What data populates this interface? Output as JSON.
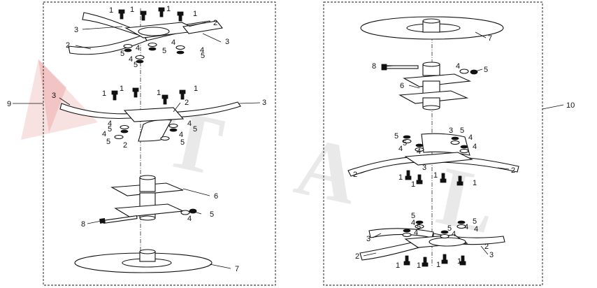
{
  "watermark": {
    "text": "TAL",
    "color": "#d8d8d8",
    "accent_color": "#e23b3b"
  },
  "callouts": {
    "n1": "1",
    "n2": "2",
    "n3": "3",
    "n4": "4",
    "n5": "5",
    "n6": "6",
    "n7": "7",
    "n8": "8",
    "n9": "9",
    "n10": "10"
  }
}
